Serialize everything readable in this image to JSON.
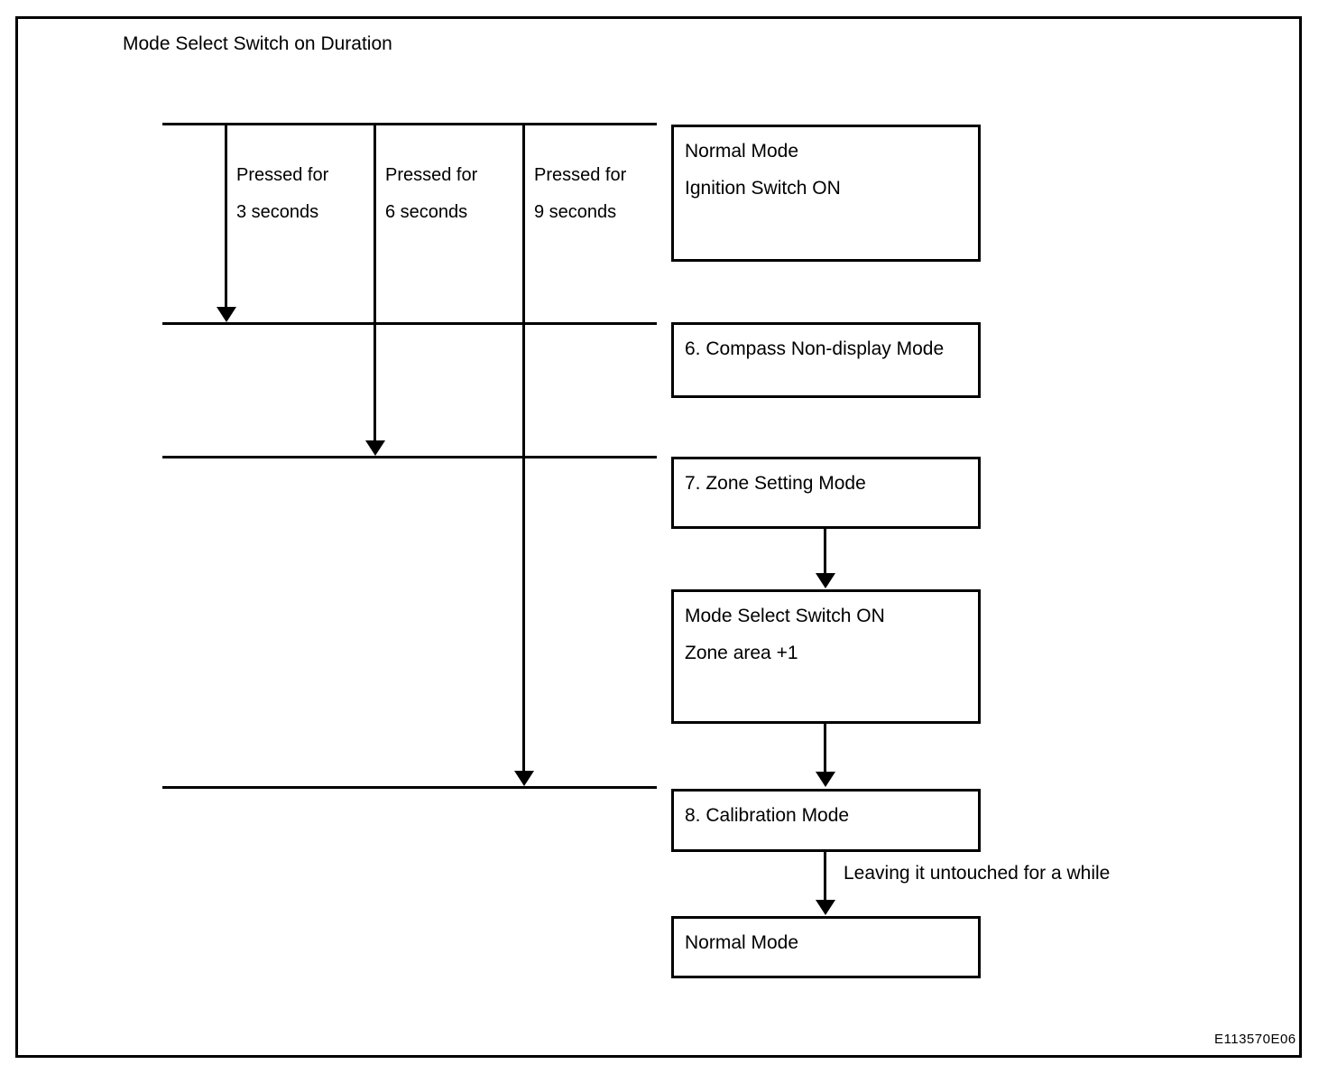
{
  "figure": {
    "title": "Mode Select Switch on Duration",
    "reference_code": "E113570E06",
    "line_color": "#000000",
    "background_color": "#ffffff"
  },
  "durations": [
    {
      "line1": "Pressed for",
      "line2": "3 seconds"
    },
    {
      "line1": "Pressed for",
      "line2": "6 seconds"
    },
    {
      "line1": "Pressed for",
      "line2": "9 seconds"
    }
  ],
  "modes": [
    {
      "id": "normal-mode-ignition-on",
      "line1": "Normal Mode",
      "line2": "Ignition Switch ON"
    },
    {
      "id": "compass-non-display-mode",
      "line1": "6. Compass Non-display Mode"
    },
    {
      "id": "zone-setting-mode",
      "line1": "7. Zone Setting Mode"
    },
    {
      "id": "mode-select-switch-on",
      "line1": "Mode Select Switch ON",
      "line2": "Zone area +1"
    },
    {
      "id": "calibration-mode",
      "line1": "8. Calibration Mode"
    },
    {
      "id": "normal-mode-return",
      "line1": "Normal Mode"
    }
  ],
  "transitions": {
    "leaving_untouched": "Leaving it untouched for a while"
  }
}
